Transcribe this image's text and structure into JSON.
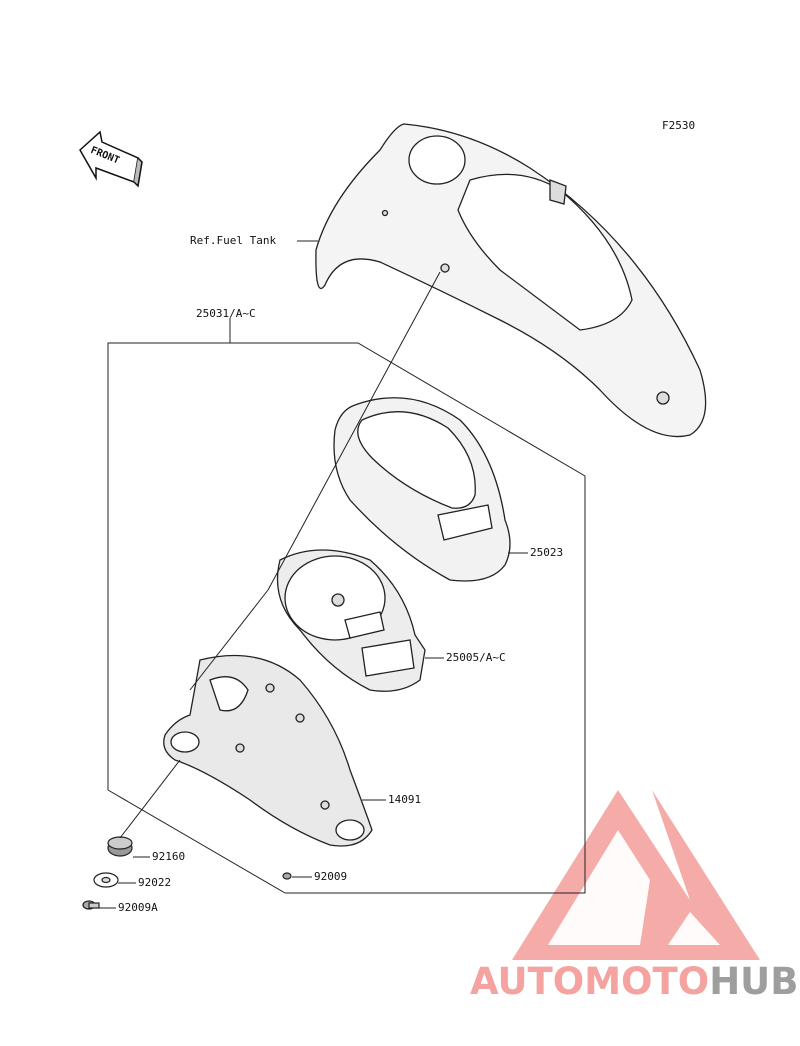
{
  "figure_code": "F2530",
  "front_badge": "FRONT",
  "callouts": {
    "ref_fuel_tank": "Ref.Fuel Tank",
    "assembly": "25031/A~C",
    "case": "25023",
    "meter": "25005/A~C",
    "bracket": "14091",
    "grommet": "92160",
    "washer": "92022",
    "screw": "92009",
    "bolt": "92009A"
  },
  "watermark": {
    "part1": "AUTOMOTO",
    "part2": "HUB",
    "color_primary": "#f4a3a0",
    "color_secondary": "#9e9e9e"
  }
}
